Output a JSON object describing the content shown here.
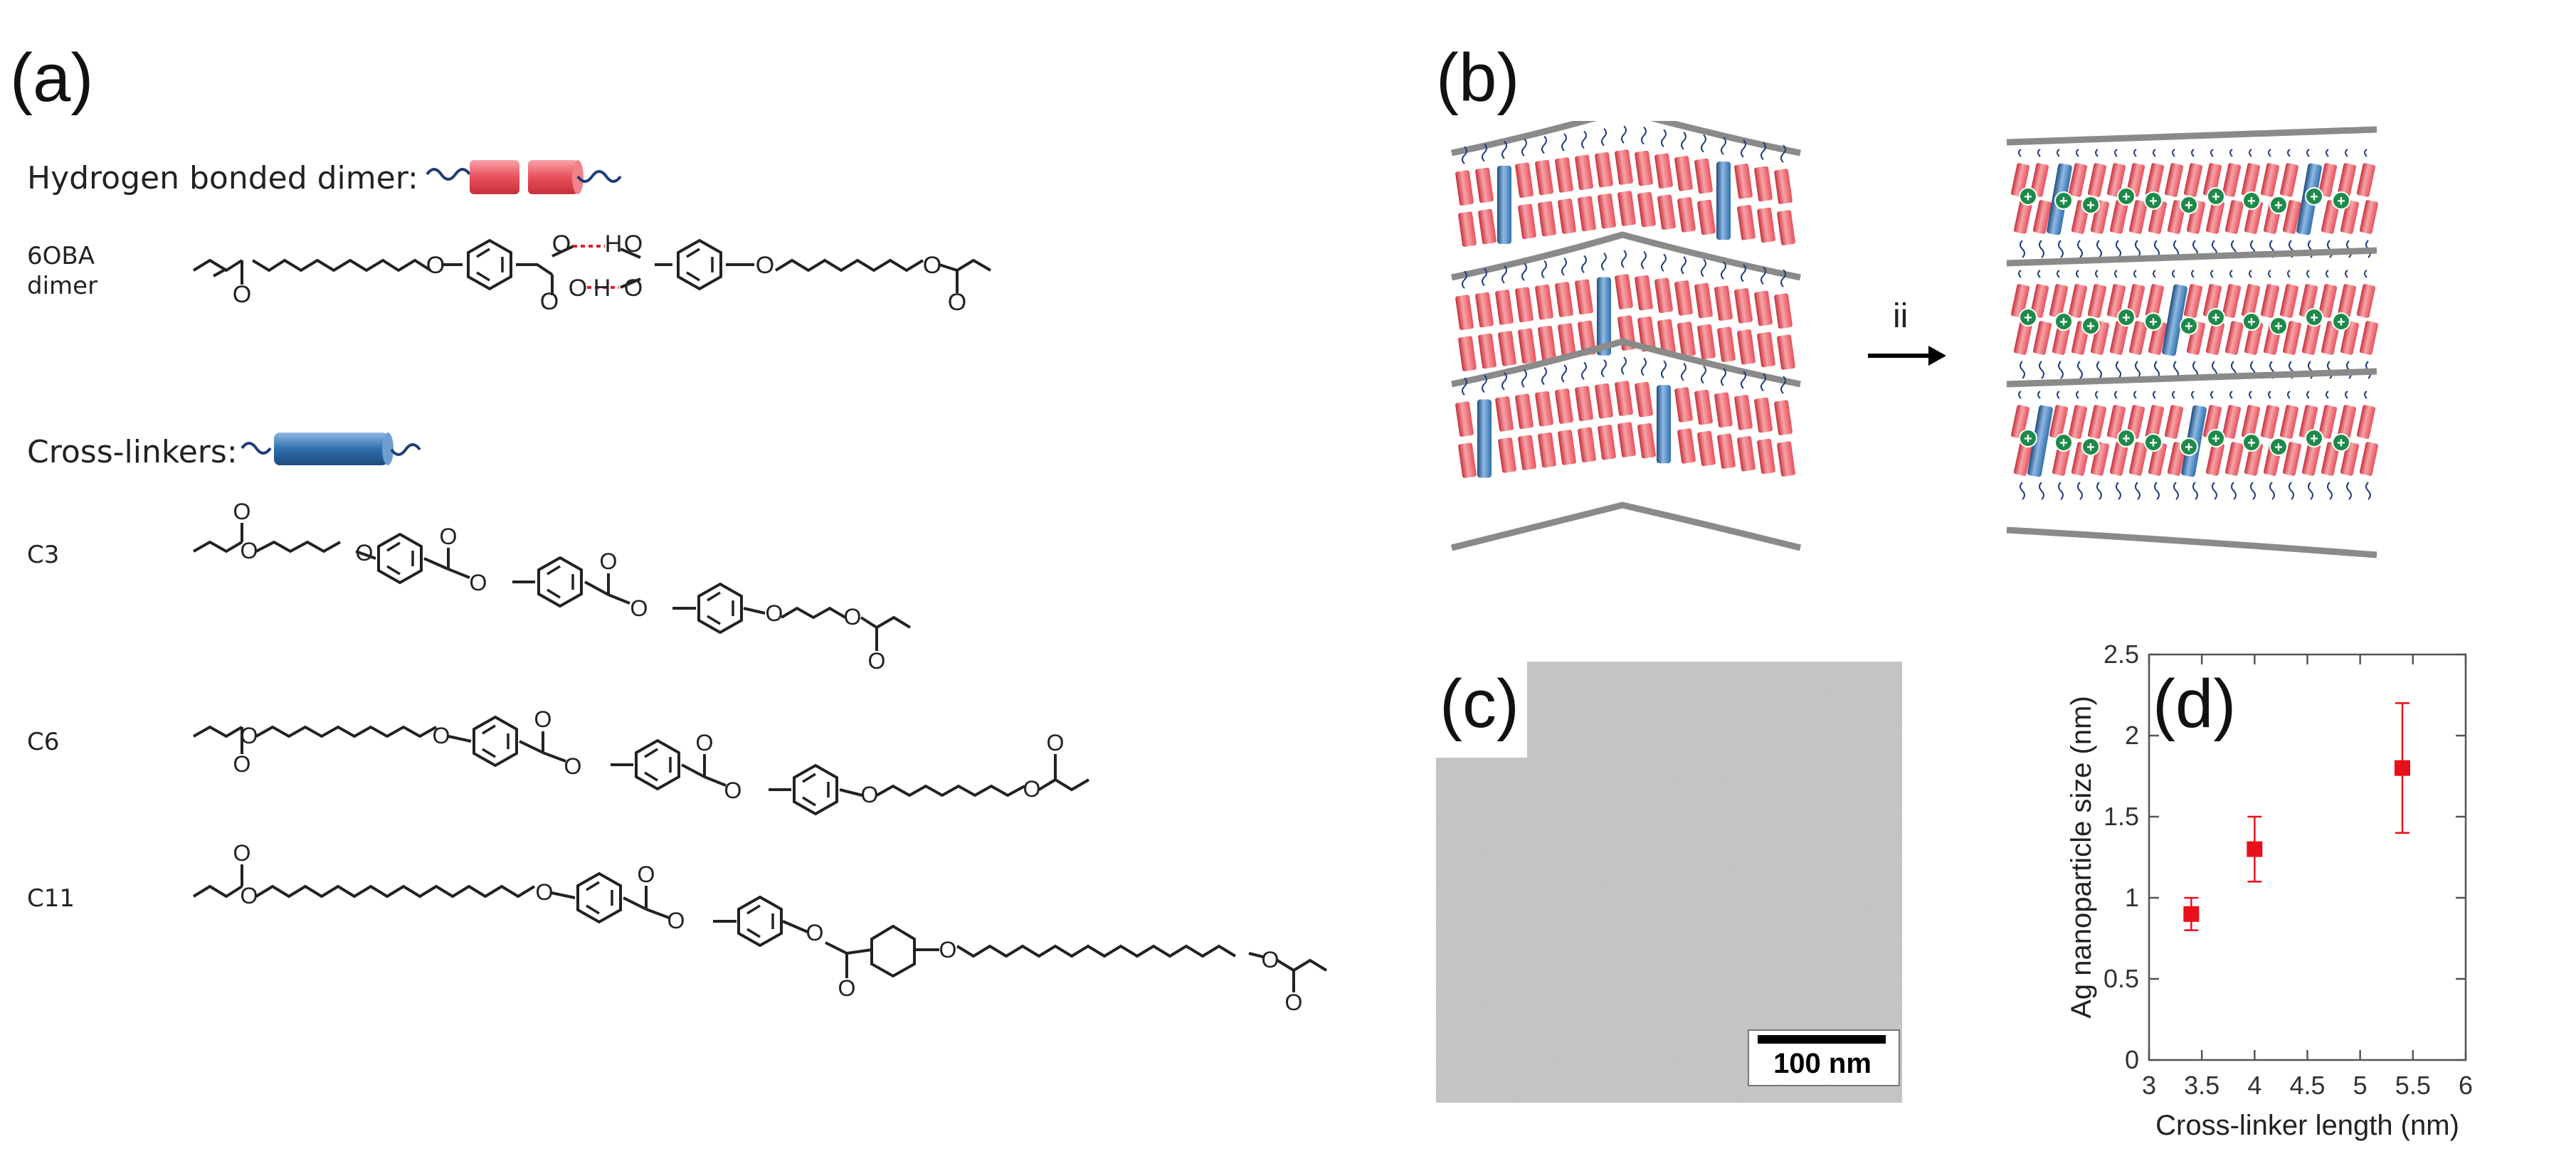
{
  "figure": {
    "panel_labels": {
      "a": "(a)",
      "b": "(b)",
      "c": "(c)",
      "d": "(d)"
    }
  },
  "panel_a": {
    "dimer_heading": "Hydrogen bonded dimer:",
    "dimer_name_line1": "6OBA",
    "dimer_name_line2": "dimer",
    "crosslinker_heading": "Cross-linkers:",
    "c3": "C3",
    "c6": "C6",
    "c11": "C11",
    "atoms": {
      "O": "O",
      "H": "H"
    }
  },
  "panel_b": {
    "arrow_label": "ii",
    "plus_sign": "+",
    "colors": {
      "mesogen_red": "#e8505a",
      "crosslinker_blue": "#2f6fae",
      "ion_green": "#1e8a4a",
      "backbone_gray": "#8a8a8a"
    }
  },
  "panel_c": {
    "scale_bar_label": "100 nm"
  },
  "chart_data": {
    "type": "scatter",
    "title": "",
    "xlabel": "Cross-linker length (nm)",
    "ylabel": "Ag nanoparticle size (nm)",
    "xlim": [
      3,
      6
    ],
    "ylim": [
      0,
      2.5
    ],
    "xticks": [
      "3",
      "3.5",
      "4",
      "4.5",
      "5",
      "5.5",
      "6"
    ],
    "yticks": [
      "0",
      "0.5",
      "1",
      "1.5",
      "2",
      "2.5"
    ],
    "series": [
      {
        "x": [
          3.4,
          4.0,
          5.4
        ],
        "y": [
          0.9,
          1.3,
          1.8
        ],
        "yerr": [
          0.1,
          0.2,
          0.4
        ],
        "color": "#e8101a",
        "marker": "square"
      }
    ],
    "grid": false
  }
}
